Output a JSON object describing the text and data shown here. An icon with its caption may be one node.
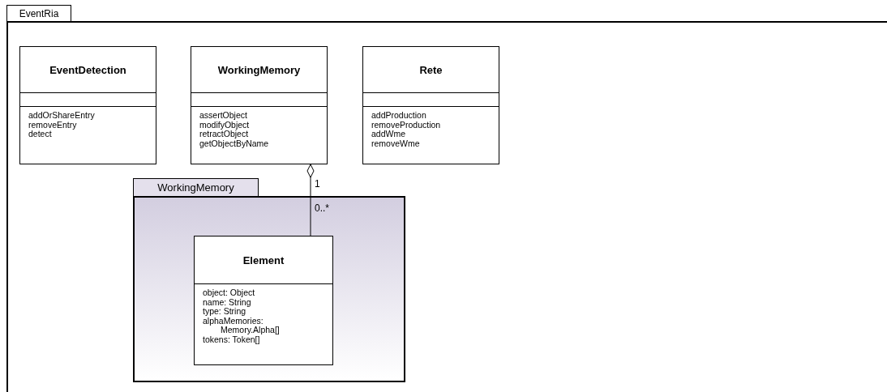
{
  "diagram": {
    "nodes": [
      {
        "text": [
          "EventRia"
        ]
      },
      {
        "text": [
          "EventDetection",
          "addOrShareEntry",
          "removeEntry",
          "detect"
        ],
        "in": 0
      },
      {
        "text": [
          "WorkingMemory",
          "assertObject",
          "modifyObject",
          "retractObject",
          "getObjectByName"
        ],
        "in": 0
      },
      {
        "text": [
          "Rete",
          "addProduction",
          "removeProduction",
          "addWme",
          "removeWme"
        ],
        "in": 0
      },
      {
        "text": [
          "WorkingMemory"
        ],
        "in": 0
      },
      {
        "text": [
          "Element",
          "object: Object",
          "name: String",
          "type: String",
          "alphaMemories: Memory.Alpha[]",
          "tokens: Token[]"
        ],
        "in": 4
      }
    ],
    "edges": [
      {
        "from": 5,
        "to": 2,
        "arrow": "other"
      }
    ],
    "labels": [
      "1",
      "0..*"
    ]
  }
}
